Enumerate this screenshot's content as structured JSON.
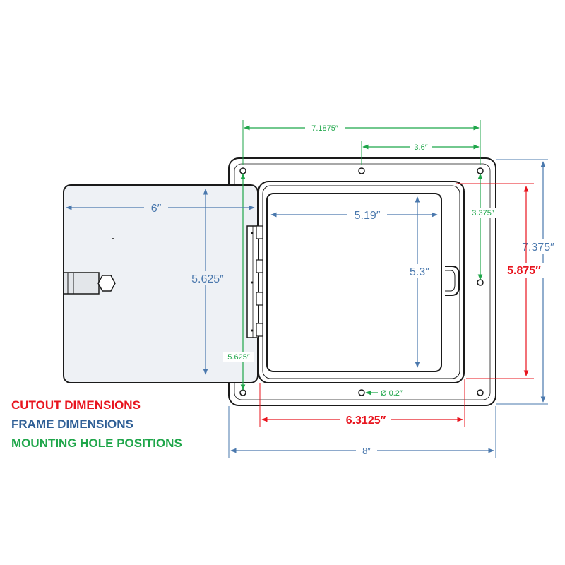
{
  "colors": {
    "cutout": "#e8141e",
    "frame": "#4a78ad",
    "mounting": "#1fa64a",
    "outline": "#1a1a1a",
    "door_fill": "#eef1f5"
  },
  "dimensions": {
    "mounting": {
      "top_span": "7.1875″",
      "top_partial": "3.6″",
      "right_vertical": "3.375″",
      "left_vertical": "5.625″",
      "hole_diameter": "Ø 0.2″"
    },
    "frame": {
      "door_width": "6″",
      "door_height": "5.625″",
      "opening_width": "5.19″",
      "opening_height": "5.3″",
      "overall_height": "7.375″",
      "overall_width": "8″"
    },
    "cutout": {
      "height": "5.875″",
      "width": "6.3125″"
    }
  },
  "legend": {
    "cutout": "CUTOUT DIMENSIONS",
    "frame": "FRAME DIMENSIONS",
    "mounting": "MOUNTING HOLE POSITIONS"
  }
}
